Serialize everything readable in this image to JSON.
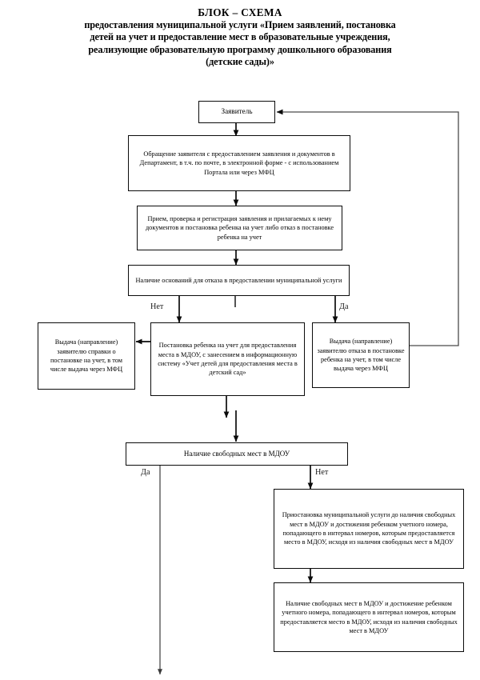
{
  "document": {
    "title_lines": [
      "БЛОК – СХЕМА",
      "предоставления муниципальной услуги «Прием заявлений, постановка",
      "детей на учет и предоставление мест в образовательные учреждения,",
      "реализующие образовательную программу дошкольного образования",
      "(детские сады)»"
    ]
  },
  "flowchart": {
    "type": "flowchart",
    "nodes": [
      {
        "id": "applicant",
        "label": "Заявитель"
      },
      {
        "id": "request",
        "label": "Обращение заявителя с предоставлением заявления и документов в Департамент,  в т.ч. по почте, в электронной форме - с использованием  Портала или через МФЦ"
      },
      {
        "id": "registration",
        "label": "Прием, проверка и регистрация заявления и прилагаемых к нему документов и  постановка ребенка на учет либо отказ в постановке ребенка на учет"
      },
      {
        "id": "refusal-grounds",
        "label": "Наличие оснований для отказа в предоставлении муниципальной услуги"
      },
      {
        "id": "issue-certificate",
        "label": "Выдача (направление) заявителю справки о постановке на учет, в том числе выдача через МФЦ"
      },
      {
        "id": "enroll-child",
        "label": "Постановка ребенка на учет для предоставления места в МДОУ, с занесением в информационную систему «Учет детей для предоставления места в детский сад»"
      },
      {
        "id": "issue-refusal",
        "label": "Выдача (направление) заявителю отказа в постановке ребенка на учет, в том числе выдача через МФЦ"
      },
      {
        "id": "free-places",
        "label": "Наличие свободных мест в МДОУ"
      },
      {
        "id": "suspend-service",
        "label": "Приостановка муниципальной услуги до наличия свободных мест в МДОУ и достижения ребенком учетного номера, попадающего в интервал номеров, которым предоставляется место в МДОУ, исходя из наличия свободных мест в МДОУ"
      },
      {
        "id": "places-available",
        "label": "Наличие свободных мест в МДОУ и достижение ребенком учетного номера, попадающего в интервал номеров, которым предоставляется место в МДОУ, исходя из наличия свободных мест в МДОУ"
      }
    ],
    "edge_labels": [
      {
        "id": "refusal-no",
        "label": "Нет"
      },
      {
        "id": "refusal-yes",
        "label": "Да"
      },
      {
        "id": "places-yes",
        "label": "Да"
      },
      {
        "id": "places-no",
        "label": "Нет"
      }
    ],
    "colors": {
      "stroke": "#0b0b0b",
      "background": "#ffffff",
      "text": "#000000"
    }
  }
}
